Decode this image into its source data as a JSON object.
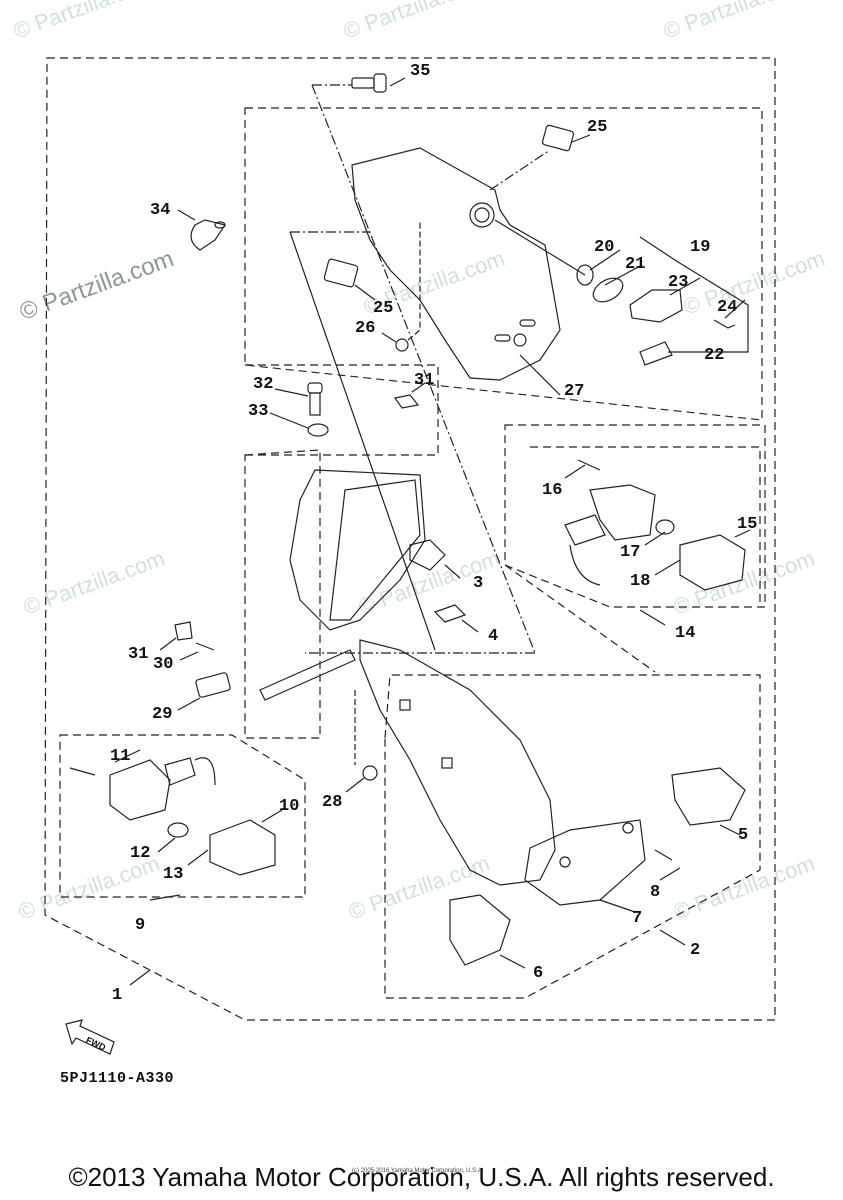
{
  "diagram": {
    "title": "Yamaha tail light / rear fender assembly parts diagram",
    "diagram_code": "5PJ1110-A330",
    "direction_indicator": "FWD",
    "copyright": "©2013 Yamaha Motor Corporation, U.S.A. All rights reserved.",
    "small_copyright": "(c) 2005-2016 Yamaha Motor Corporation, U.S.A.",
    "watermark": "© Partzilla.com",
    "callouts": {
      "c1": "1",
      "c2": "2",
      "c3": "3",
      "c4": "4",
      "c5": "5",
      "c6": "6",
      "c7": "7",
      "c8": "8",
      "c9": "9",
      "c10": "10",
      "c11": "11",
      "c12": "12",
      "c13": "13",
      "c14": "14",
      "c15": "15",
      "c16": "16",
      "c17": "17",
      "c18": "18",
      "c19": "19",
      "c20": "20",
      "c21": "21",
      "c22": "22",
      "c23": "23",
      "c24": "24",
      "c25a": "25",
      "c25b": "25",
      "c26": "26",
      "c27": "27",
      "c28": "28",
      "c29": "29",
      "c30": "30",
      "c31a": "31",
      "c31b": "31",
      "c32": "32",
      "c33": "33",
      "c34": "34",
      "c35": "35"
    }
  }
}
